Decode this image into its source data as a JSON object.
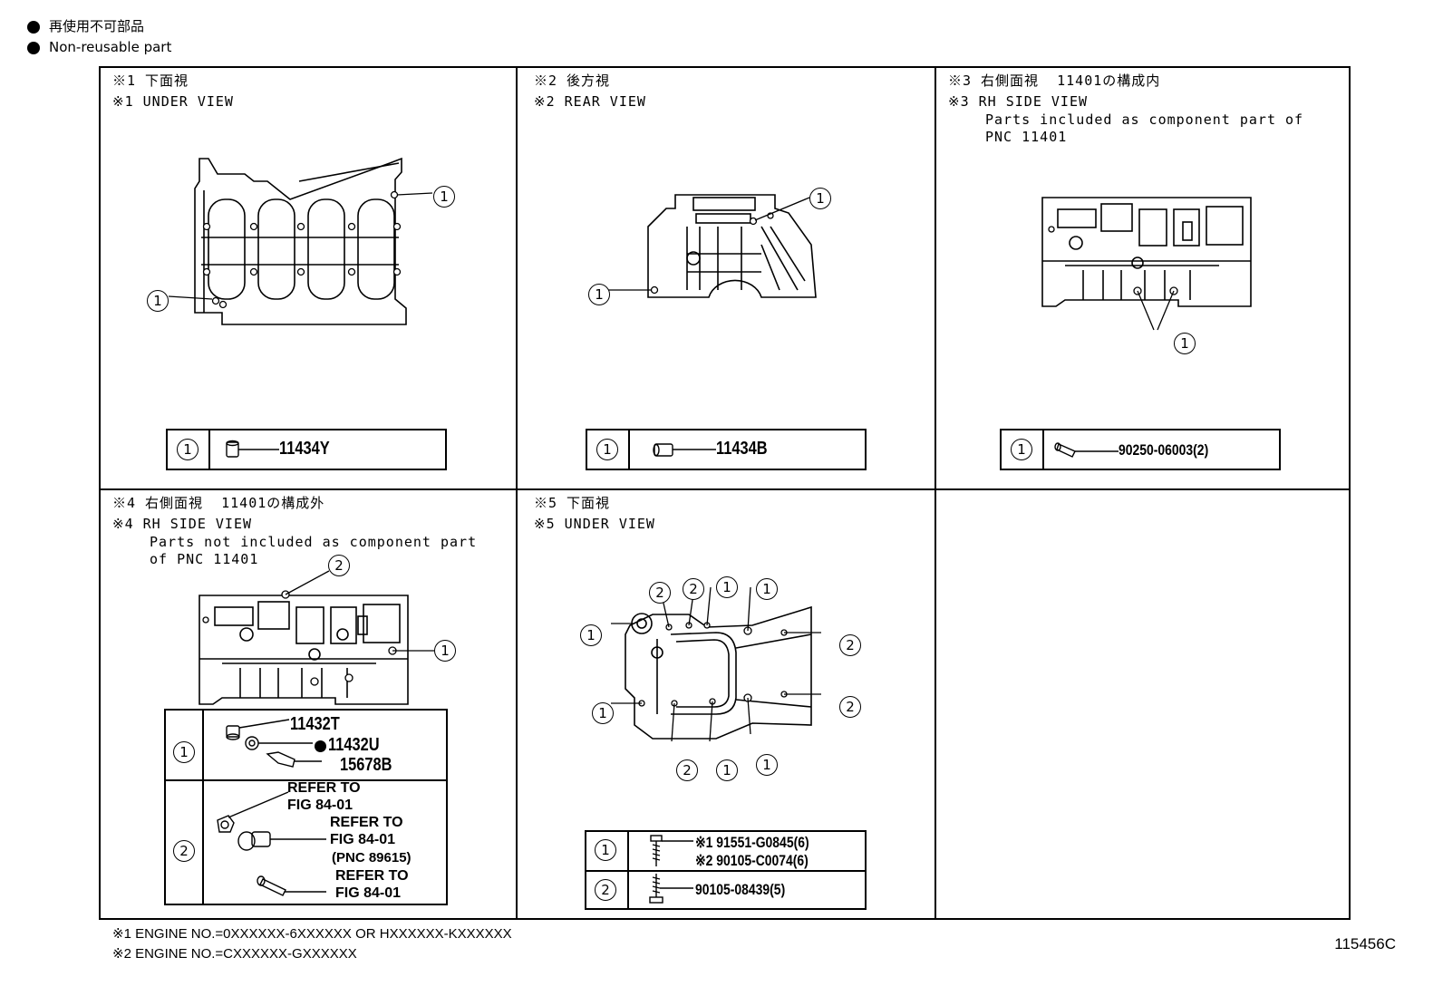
{
  "legend": {
    "jp": "再使用不可部品",
    "en": "Non-reusable part"
  },
  "panels": {
    "p1": {
      "jp": "※1 下面視",
      "en": "※1 UNDER VIEW",
      "callouts": [
        "1",
        "1"
      ],
      "table_key": "1",
      "part": "11434Y"
    },
    "p2": {
      "jp": "※2 後方視",
      "en": "※2 REAR VIEW",
      "callouts": [
        "1",
        "1"
      ],
      "table_key": "1",
      "part": "11434B"
    },
    "p3": {
      "jp": "※3 右側面視  11401の構成内",
      "en": "※3 RH SIDE VIEW",
      "desc1": "Parts included as component part of",
      "desc2": "PNC 11401",
      "callouts": [
        "1"
      ],
      "table_key": "1",
      "part": "90250-06003(2)"
    },
    "p4": {
      "jp": "※4 右側面視  11401の構成外",
      "en": "※4 RH SIDE VIEW",
      "desc1": "Parts not included as component part",
      "desc2": "of PNC 11401",
      "callouts": [
        "2",
        "1"
      ],
      "row1": {
        "key": "1",
        "parts": [
          "11432T",
          "11432U",
          "15678B"
        ]
      },
      "row2": {
        "key": "2",
        "refs": [
          "REFER TO",
          "FIG 84-01",
          "REFER TO",
          "FIG 84-01",
          "(PNC 89615)",
          "REFER TO",
          "FIG 84-01"
        ]
      }
    },
    "p5": {
      "jp": "※5 下面視",
      "en": "※5 UNDER VIEW",
      "callouts": [
        "2",
        "2",
        "1",
        "1",
        "1",
        "2",
        "1",
        "2",
        "2",
        "1",
        "1"
      ],
      "row1": {
        "key": "1",
        "parts": [
          "※1 91551-G0845(6)",
          "※2 90105-C0074(6)"
        ]
      },
      "row2": {
        "key": "2",
        "parts": [
          "90105-08439(5)"
        ]
      }
    }
  },
  "notes": [
    "※1 ENGINE NO.=0XXXXXX-6XXXXXX OR HXXXXXX-KXXXXXX",
    "※2 ENGINE NO.=CXXXXXX-GXXXXXX"
  ],
  "figure_id": "115456C"
}
